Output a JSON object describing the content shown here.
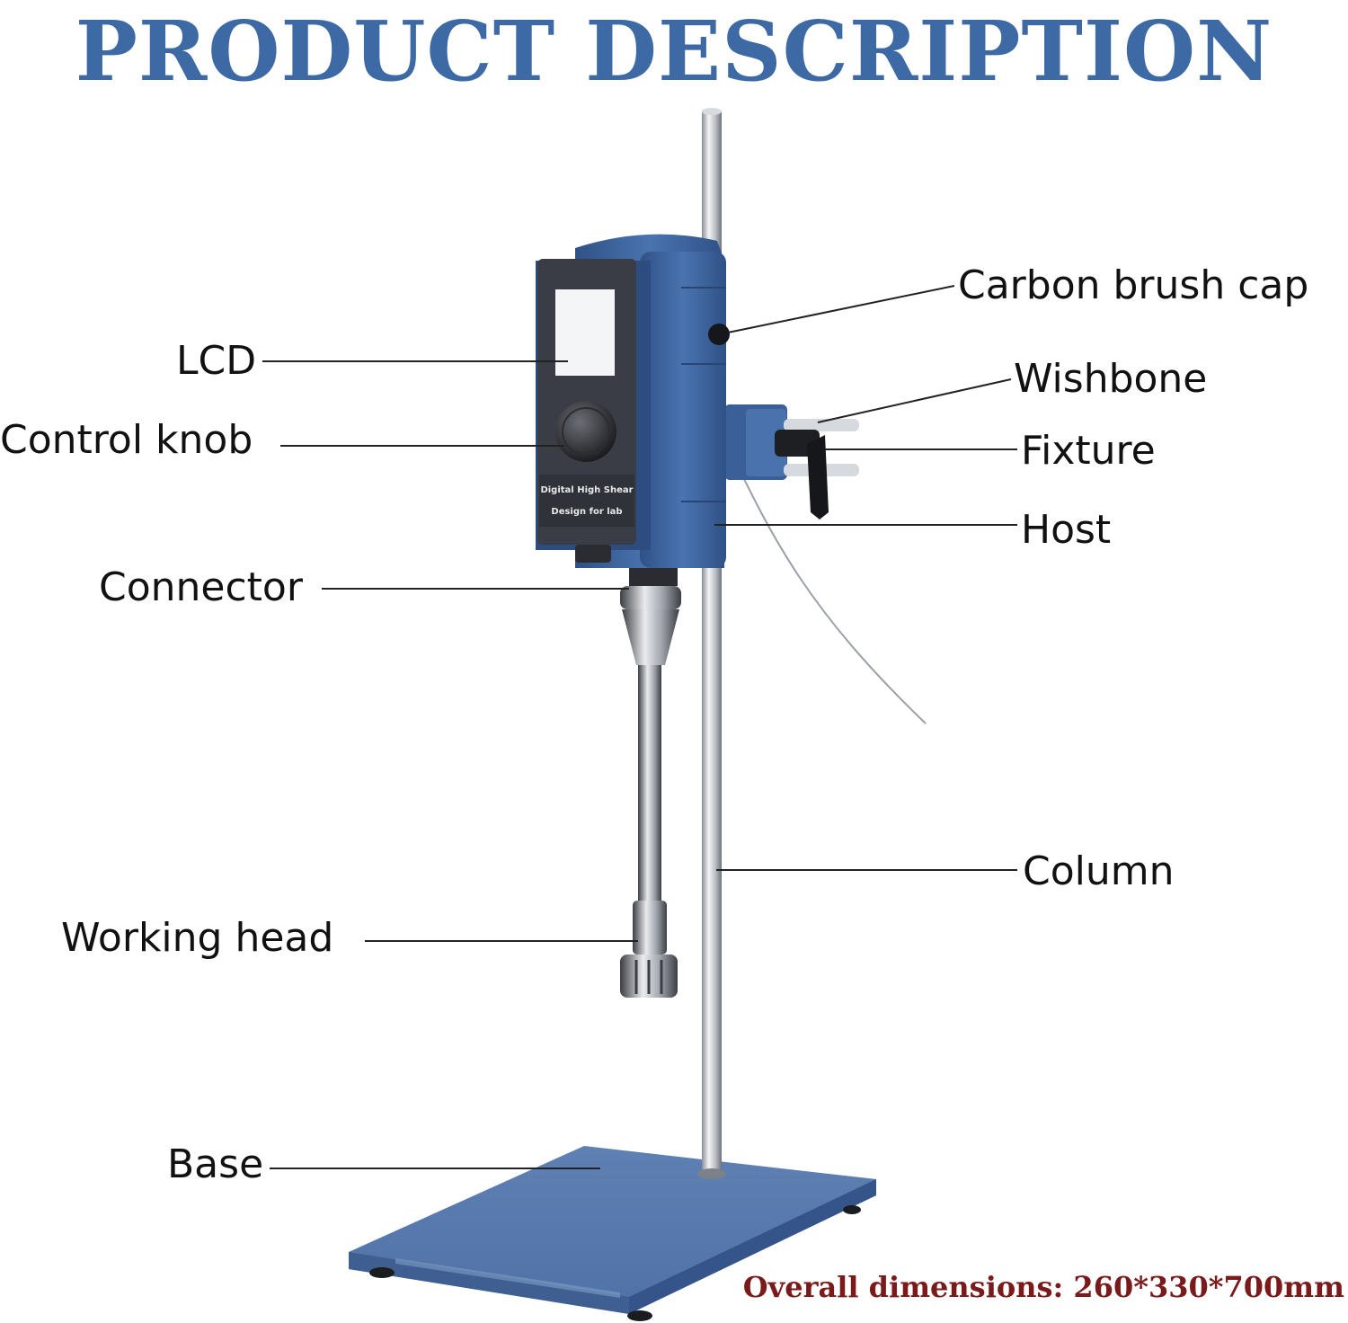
{
  "title": "PRODUCT DESCRIPTION",
  "colors": {
    "title": "#3d6aa5",
    "body_blue": "#3f67a3",
    "base_blue": "#5d7fb2",
    "screen": "#3a3d45",
    "leader": "#222222",
    "dims_text": "#7b1a1a"
  },
  "labels": {
    "carbon_brush_cap": "Carbon brush cap",
    "lcd": "LCD",
    "wishbone": "Wishbone",
    "control_knob": "Control knob",
    "fixture": "Fixture",
    "host": "Host",
    "connector": "Connector",
    "column": "Column",
    "working_head": "Working head",
    "base": "Base"
  },
  "panel_text": {
    "line1": "Digital High Shear",
    "line2": "Design for lab"
  },
  "dimensions": "Overall dimensions: 260*330*700mm"
}
